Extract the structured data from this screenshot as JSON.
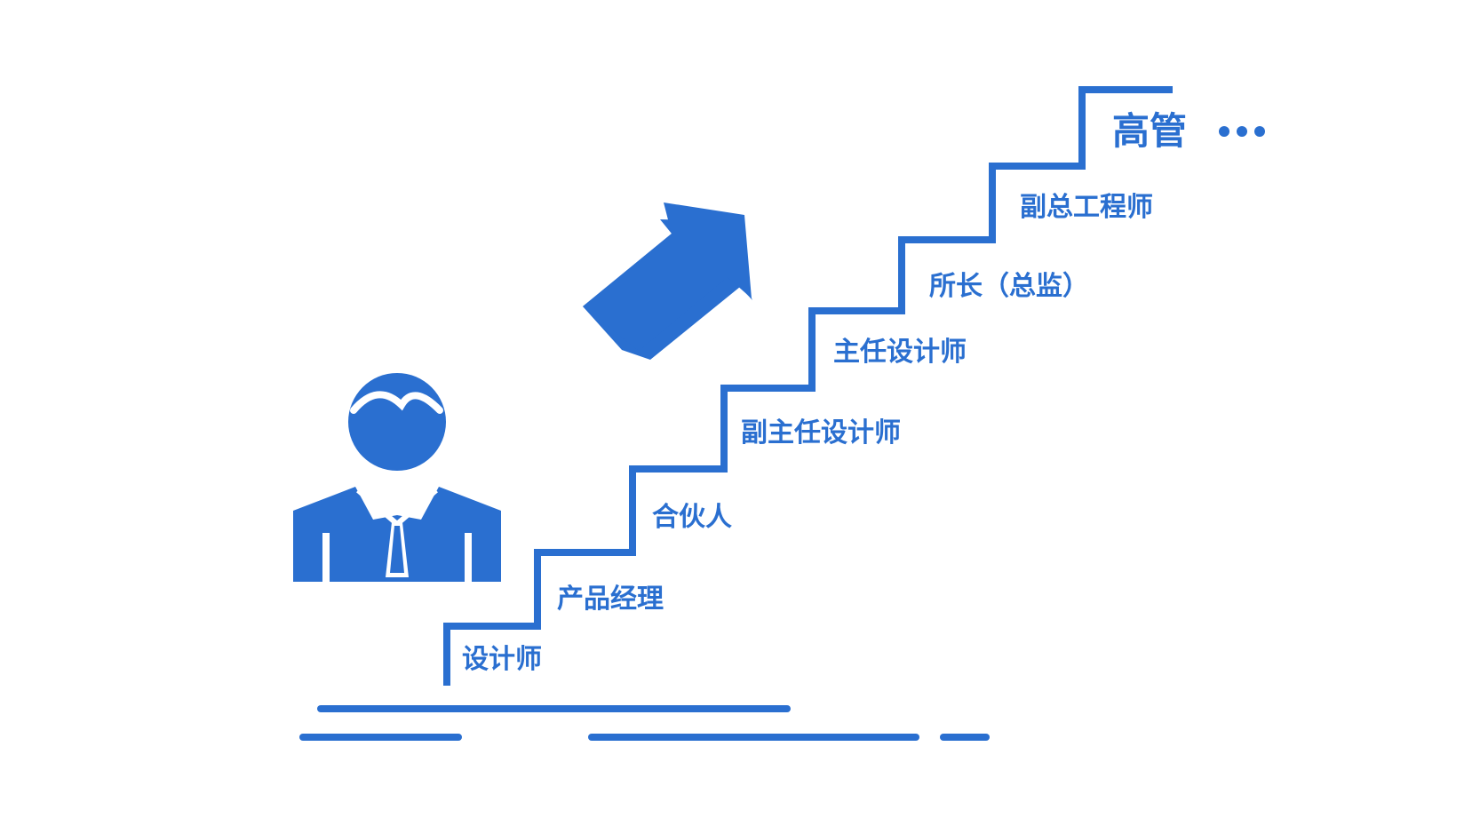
{
  "colors": {
    "accent": "#2a6fd0"
  },
  "icons": {
    "person": "businessman-icon",
    "arrow": "up-right-arrow-icon"
  },
  "steps": [
    {
      "label": "设计师"
    },
    {
      "label": "产品经理"
    },
    {
      "label": "合伙人"
    },
    {
      "label": "副主任设计师"
    },
    {
      "label": "主任设计师"
    },
    {
      "label": "所长（总监）"
    },
    {
      "label": "副总工程师"
    },
    {
      "label": "高管"
    }
  ],
  "ellipsis": "···"
}
